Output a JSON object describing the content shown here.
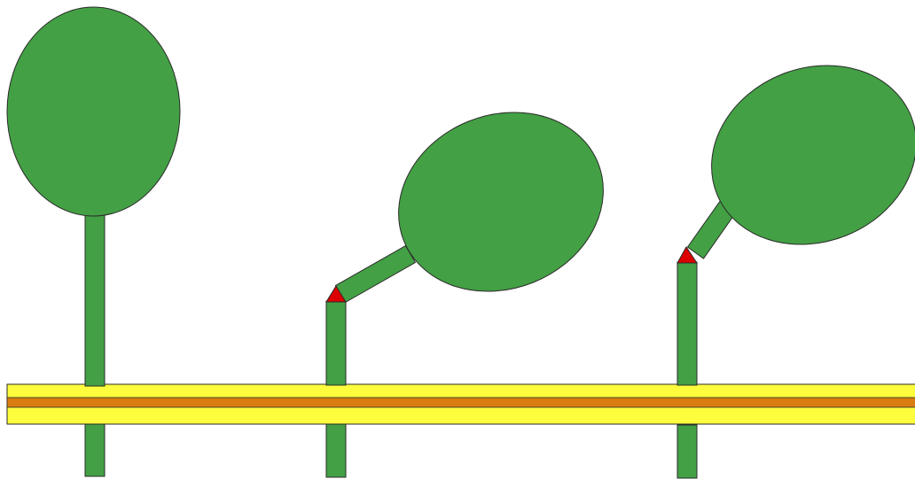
{
  "colors": {
    "background": "#ffffff",
    "head": "#43a044",
    "stalk": "#43a044",
    "hinge": "#dd0000",
    "membrane_outer": "#fdfd3e",
    "membrane_core": "#d97d10",
    "outline": "#2b2b2b"
  },
  "diagram": {
    "elements": [
      {
        "name": "membrane-band",
        "parts": [
          "membrane-outer-layer",
          "membrane-core-layer"
        ]
      },
      {
        "name": "protein-upright",
        "parts": [
          "globular-head",
          "stalk",
          "transmembrane-segment"
        ]
      },
      {
        "name": "protein-tilted-shallow",
        "parts": [
          "globular-head",
          "tilted-stalk",
          "hinge-triangle",
          "stalk",
          "transmembrane-segment"
        ]
      },
      {
        "name": "protein-tilted-steep",
        "parts": [
          "globular-head",
          "tilted-stalk",
          "hinge-triangle",
          "stalk",
          "transmembrane-segment"
        ]
      }
    ]
  }
}
